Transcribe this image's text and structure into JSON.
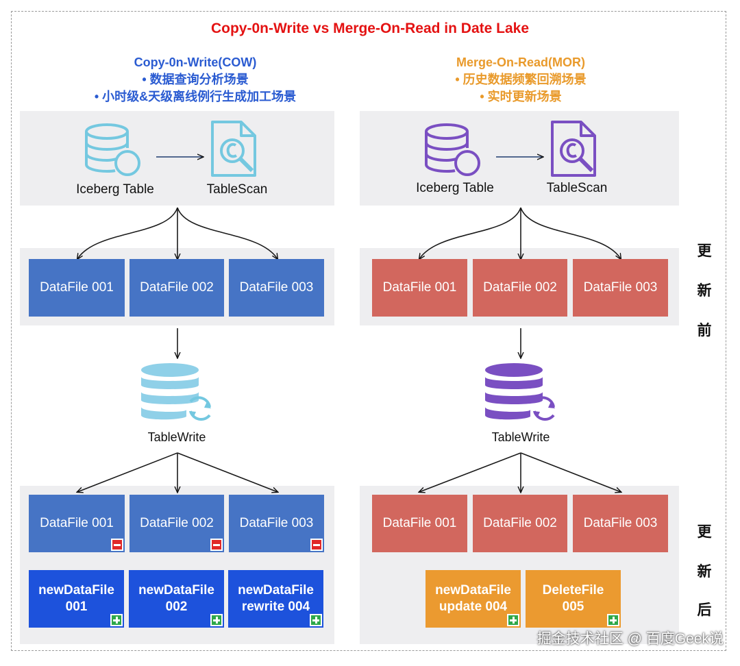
{
  "title": "Copy-0n-Write vs Merge-On-Read in Date Lake",
  "cow": {
    "heading": "Copy-0n-Write(COW)",
    "bullets": [
      "•  数据查询分析场景",
      "•  小时级&天级离线例行生成加工场景"
    ],
    "source_label": "Iceberg Table",
    "scan_label": "TableScan",
    "write_label": "TableWrite",
    "before_files": [
      "DataFile 001",
      "DataFile 002",
      "DataFile 003"
    ],
    "after_old_files": [
      "DataFile 001",
      "DataFile 002",
      "DataFile 003"
    ],
    "new_files": [
      {
        "line1": "newDataFile",
        "line2": "001"
      },
      {
        "line1": "newDataFile",
        "line2": "002"
      },
      {
        "line1": "newDataFile",
        "line2": "rewrite 004"
      }
    ]
  },
  "mor": {
    "heading": "Merge-On-Read(MOR)",
    "bullets": [
      "•  历史数据频繁回溯场景",
      "•  实时更新场景"
    ],
    "source_label": "Iceberg Table",
    "scan_label": "TableScan",
    "write_label": "TableWrite",
    "before_files": [
      "DataFile 001",
      "DataFile 002",
      "DataFile 003"
    ],
    "after_old_files": [
      "DataFile 001",
      "DataFile 002",
      "DataFile 003"
    ],
    "new_files": [
      {
        "line1": "newDataFile",
        "line2": "update 004"
      },
      {
        "line1": "DeleteFile",
        "line2": "005"
      }
    ]
  },
  "side_before": [
    "更",
    "新",
    "前"
  ],
  "side_after": [
    "更",
    "新",
    "后"
  ],
  "watermark": "掘金技术社区 @ 百度Geek说",
  "colors": {
    "title": "#e41212",
    "cow_heading": "#2a5bd1",
    "mor_heading": "#e99a2b",
    "cow_file": "#4674c5",
    "cow_new": "#1d52dc",
    "mor_file": "#d2675e",
    "mor_new": "#eb9a30",
    "cow_icon": "#74c8e0",
    "mor_icon": "#7a4fc2"
  },
  "icons": {
    "source": "database-search-icon",
    "scan": "document-search-icon",
    "write": "database-sync-icon",
    "removed": "minus-badge-icon",
    "added": "plus-badge-icon"
  }
}
